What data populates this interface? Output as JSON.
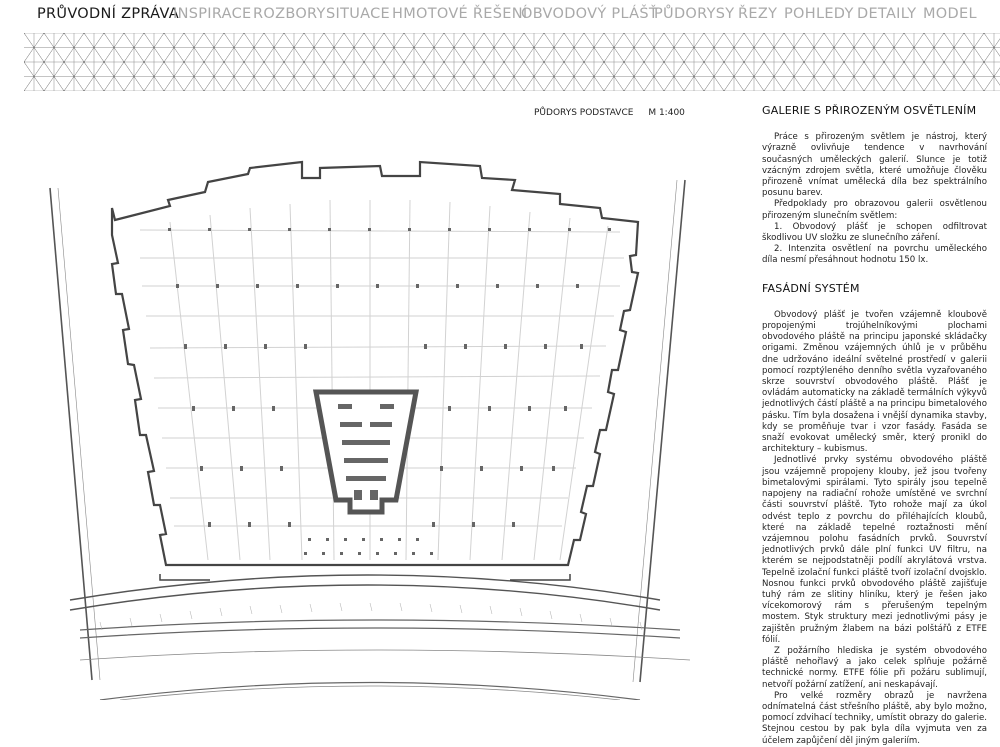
{
  "nav": {
    "items": [
      {
        "label": "PRŮVODNÍ ZPRÁVA",
        "active": true
      },
      {
        "label": "INSPIRACE",
        "active": false
      },
      {
        "label": "ROZBORY",
        "active": false
      },
      {
        "label": "SITUACE",
        "active": false
      },
      {
        "label": "HMOTOVÉ ŘEŠENÍ",
        "active": false
      },
      {
        "label": "OBVODOVÝ PLÁŠŤ",
        "active": false
      },
      {
        "label": "PŮDORYSY",
        "active": false
      },
      {
        "label": "ŘEZY",
        "active": false
      },
      {
        "label": "POHLEDY",
        "active": false
      },
      {
        "label": "DETAILY",
        "active": false
      },
      {
        "label": "MODEL",
        "active": false
      }
    ]
  },
  "plan": {
    "title": "PŮDORYS PODSTAVCE",
    "scale": "M 1:400"
  },
  "section1": {
    "heading": "GALERIE S PŘIROZENÝM OSVĚTLENÍM",
    "intro": "Práce s přirozeným světlem je nástroj, který výrazně ovlivňuje tendence v navrhování současných uměleckých galerií. Slunce je totiž vzácným zdrojem světla, které umožňuje člověku přirozeně vnímat umělecká díla bez spektrálního posunu barev.",
    "lead": "Předpoklady pro obrazovou galerii osvětlenou přirozeným slunečním světlem:",
    "item1": "1. Obvodový plášť je schopen odfiltrovat škodlivou UV složku ze slunečního záření.",
    "item2": "2. Intenzita osvětlení na povrchu uměleckého díla nesmí přesáhnout hodnotu 150 lx."
  },
  "section2": {
    "heading": "FASÁDNÍ SYSTÉM",
    "p1": "Obvodový plášť je tvořen vzájemně kloubově propojenými trojúhelníkovými plochami obvodového pláště na principu japonské skládačky origami. Změnou vzájemných úhlů je v průběhu dne udržováno ideální světelné prostředí v galerii pomocí rozptýleného denního světla vyzařovaného skrze souvrství obvodového pláště. Plášť je ovládám automaticky na základě termálních výkyvů jednotlivých částí pláště a na principu bimetalového pásku. Tím byla dosažena i vnější dynamika stavby, kdy se proměňuje tvar i vzor fasády. Fasáda se snaží evokovat umělecký směr, který pronikl do architektury – kubismus.",
    "p2": "Jednotlivé prvky systému obvodového pláště jsou vzájemně propojeny klouby, jež jsou tvořeny bimetalovými spirálami. Tyto spirály jsou tepelně napojeny na radiační rohože umístěné ve svrchní části souvrství pláště. Tyto rohože mají za úkol odvést teplo z povrchu do přiléhajících kloubů, které na základě tepelné roztažnosti mění vzájemnou polohu fasádních prvků. Souvrství jednotlivých prvků dále plní funkci UV filtru, na kterém se nejpodstatněji podílí akrylátová vrstva. Tepelně izolační funkci pláště tvoří izolační dvojsklo. Nosnou funkci prvků obvodového pláště zajišťuje tuhý rám ze slitiny hliníku, který je řešen jako vícekomorový rám s přerušeným tepelným mostem. Styk struktury mezi jednotlivými pásy je zajištěn pružným žlabem na bázi polštářů z ETFE fólií.",
    "p3": "Z požárního hlediska je systém obvodového pláště nehořlavý a jako celek splňuje požárně technické normy. ETFE fólie při požáru sublimují, netvoří požární zatížení, ani neskapávají.",
    "p4": "Pro velké rozměry obrazů je navržena odnímatelná část střešního pláště, aby bylo možno, pomocí zdvihací techniky, umístit obrazy do galerie. Stejnou cestou by pak byla díla vyjmuta ven za účelem zapůjčení děl jiným galeriím."
  }
}
